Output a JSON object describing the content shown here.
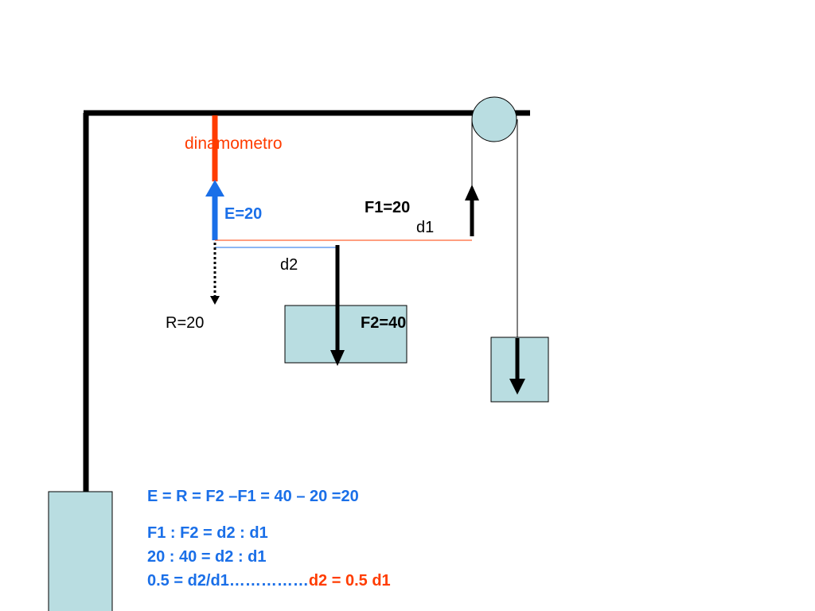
{
  "labels": {
    "dinamometro": "dinamometro",
    "e": "E=20",
    "f1": "F1=20",
    "d1": "d1",
    "d2": "d2",
    "r": "R=20",
    "f2": "F2=40"
  },
  "equations": {
    "line1": "E = R = F2 –F1 = 40 – 20 =20",
    "line2": "F1 : F2 =  d2 : d1",
    "line3": "20 : 40 = d2 : d1",
    "line4_main": "0.5 = d2/d1……………",
    "line4_highlight": "d2 = 0.5 d1"
  },
  "colors": {
    "frame": "#000000",
    "box_fill": "#b9dde1",
    "dynamometer": "#ff3c00",
    "e_arrow": "#1a6fe8",
    "equation_text": "#1a6fe8",
    "highlight_text": "#ff3c00",
    "d1_line": "#ff3c00",
    "d2_line": "#1a6fe8"
  }
}
